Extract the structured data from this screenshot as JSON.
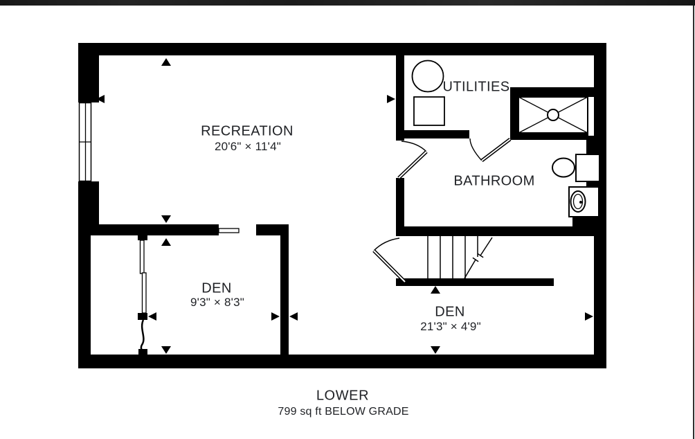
{
  "floor_plan": {
    "title": "LOWER",
    "area_note": "799 sq ft BELOW GRADE",
    "rooms": [
      {
        "name": "RECREATION",
        "dims": "20'6\" × 11'4\""
      },
      {
        "name": "UTILITIES"
      },
      {
        "name": "BATHROOM"
      },
      {
        "name": "DEN",
        "dims": "9'3\" × 8'3\""
      },
      {
        "name": "DEN",
        "dims": "21'3\" × 4'9\""
      }
    ],
    "symbols": [
      "window",
      "hinged-door-swing",
      "pocket-door",
      "sliding-door-panel",
      "stairs-with-break-line",
      "shower-stall",
      "toilet",
      "sink",
      "water-heater-circle",
      "furnace-square",
      "measurement-arrows"
    ],
    "colors": {
      "wall": "#000000",
      "text": "#202226",
      "background": "#ffffff",
      "screen_edge": "#2c2c2c"
    }
  }
}
